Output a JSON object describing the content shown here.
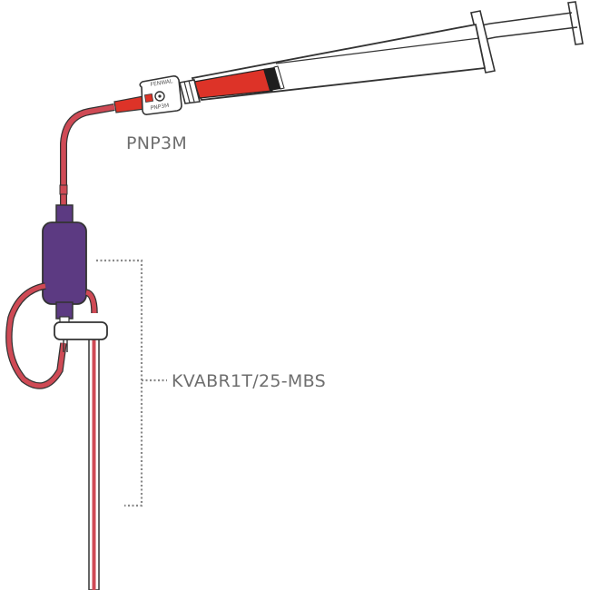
{
  "labels": {
    "connector": "PNP3M",
    "kit": "KVABR1T/25-MBS"
  },
  "connector_markings": {
    "top": "FENWAL",
    "bottom": "PNP3M"
  },
  "colors": {
    "tubing": "#cf4a55",
    "syringe_fluid": "#dd3328",
    "filter_housing": "#5c3a82",
    "outline": "#333333",
    "label": "#6e6e6e",
    "leader": "#8a8a8a"
  }
}
